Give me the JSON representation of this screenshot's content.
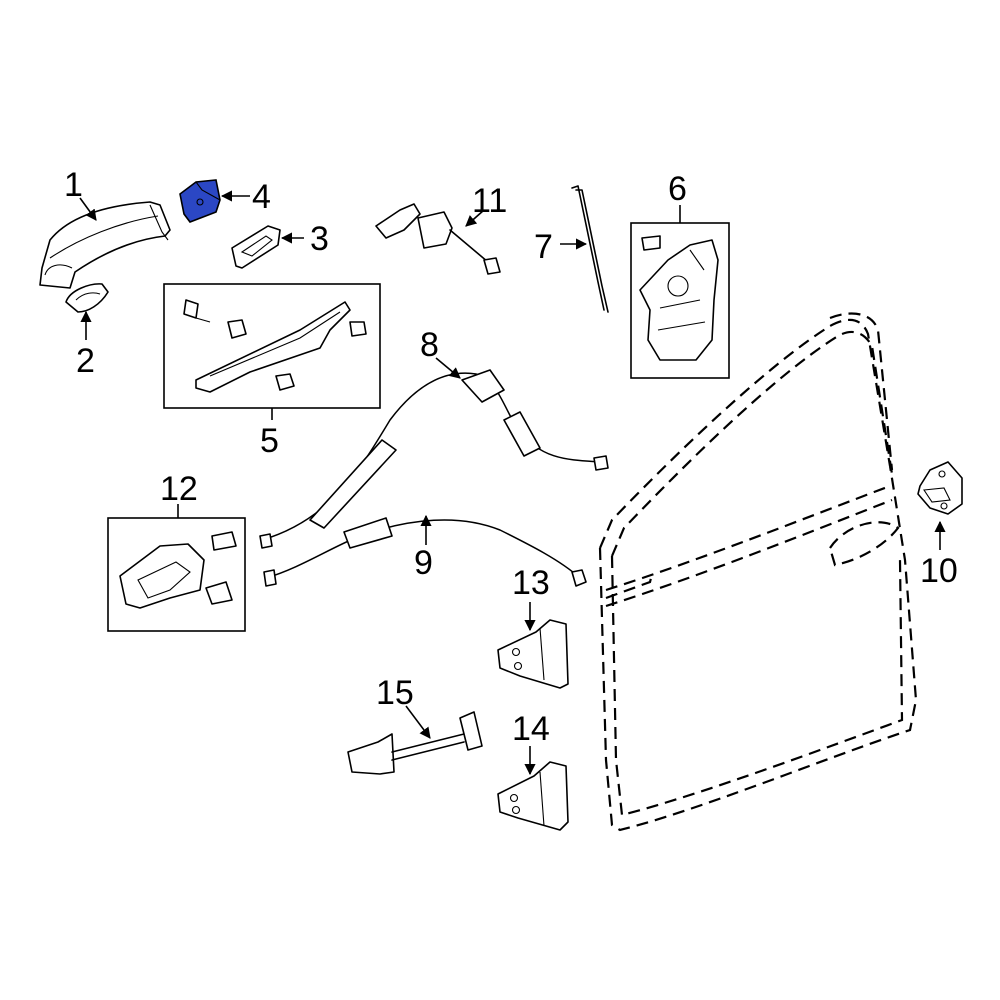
{
  "diagram": {
    "highlight_color": "#2b47c4",
    "callouts": [
      {
        "id": "1",
        "label": "1"
      },
      {
        "id": "2",
        "label": "2"
      },
      {
        "id": "3",
        "label": "3"
      },
      {
        "id": "4",
        "label": "4"
      },
      {
        "id": "5",
        "label": "5"
      },
      {
        "id": "6",
        "label": "6"
      },
      {
        "id": "7",
        "label": "7"
      },
      {
        "id": "8",
        "label": "8"
      },
      {
        "id": "9",
        "label": "9"
      },
      {
        "id": "10",
        "label": "10"
      },
      {
        "id": "11",
        "label": "11"
      },
      {
        "id": "12",
        "label": "12"
      },
      {
        "id": "13",
        "label": "13"
      },
      {
        "id": "14",
        "label": "14"
      },
      {
        "id": "15",
        "label": "15"
      }
    ],
    "highlighted_part": "4"
  }
}
